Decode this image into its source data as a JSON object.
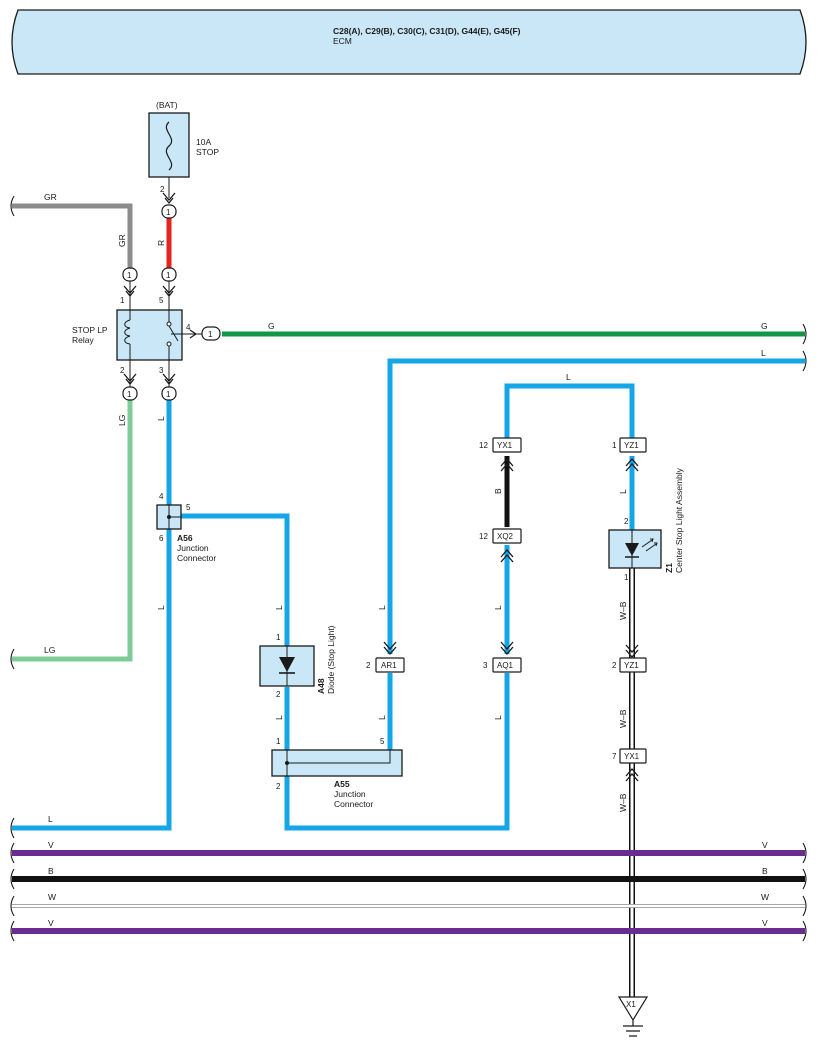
{
  "ecm": {
    "connectors": "C28(A), C29(B), C30(C), C31(D), G44(E), G45(F)",
    "name": "ECM"
  },
  "fuse": {
    "source": "(BAT)",
    "rating": "10A",
    "name": "STOP",
    "pin": "2"
  },
  "relay": {
    "name_line1": "STOP LP",
    "name_line2": "Relay",
    "pins": {
      "p1": "1",
      "p2": "2",
      "p3": "3",
      "p4": "4",
      "p5": "5"
    }
  },
  "inline_terminal_label": "1",
  "junction_a56": {
    "code": "A56",
    "name_line1": "Junction",
    "name_line2": "Connector",
    "pins": {
      "p4": "4",
      "p5": "5",
      "p6": "6"
    }
  },
  "diode_a48": {
    "code": "A48",
    "name": "Diode (Stop Light)",
    "pins": {
      "p1": "1",
      "p2": "2"
    }
  },
  "junction_a55": {
    "code": "A55",
    "name_line1": "Junction",
    "name_line2": "Connector",
    "pins": {
      "p1": "1",
      "p2": "2",
      "p5": "5"
    }
  },
  "lamp_z1": {
    "code": "Z1",
    "name": "Center Stop Light Assembly",
    "pins": {
      "p1": "1",
      "p2": "2"
    }
  },
  "connectors": {
    "yx1_top": {
      "id": "YX1",
      "pin": "12"
    },
    "xq2": {
      "id": "XQ2",
      "pin": "12"
    },
    "aq1": {
      "id": "AQ1",
      "pin": "3"
    },
    "ar1": {
      "id": "AR1",
      "pin": "2"
    },
    "yz1_top": {
      "id": "YZ1",
      "pin": "1"
    },
    "yz1_mid": {
      "id": "YZ1",
      "pin": "2"
    },
    "yx1_bottom": {
      "id": "YX1",
      "pin": "7"
    }
  },
  "ground": {
    "id": "X1"
  },
  "wire_labels": {
    "gr": "GR",
    "r": "R",
    "lg": "LG",
    "g": "G",
    "l": "L",
    "b": "B",
    "wb": "W–B",
    "v": "V",
    "w": "W"
  },
  "wire_colors": {
    "gray": "#8c8c8c",
    "red": "#e52420",
    "light_green": "#7fcc9b",
    "green": "#0f9646",
    "blue": "#14a6e6",
    "black": "#111111",
    "purple": "#6b2c91",
    "white": "#ffffff",
    "component_fill": "#c9e7f6"
  }
}
